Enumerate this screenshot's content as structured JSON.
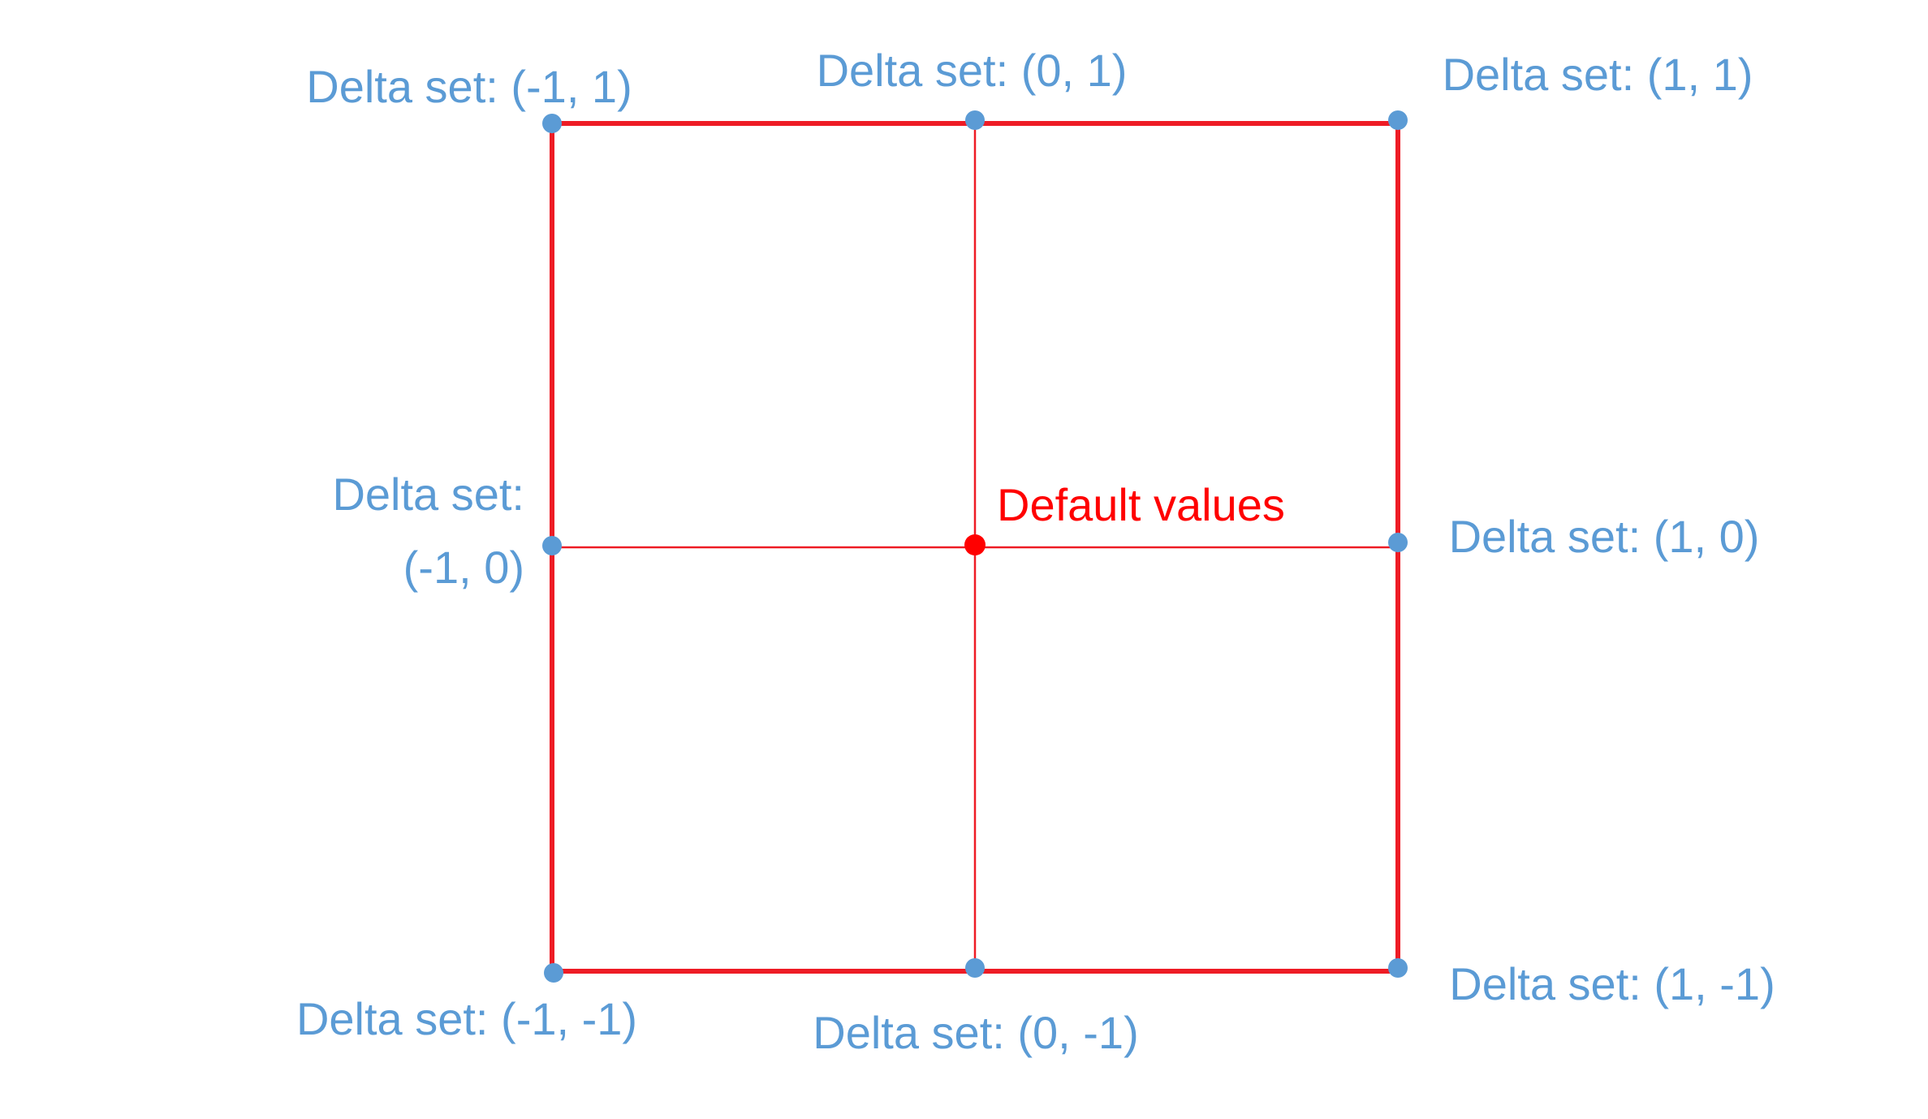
{
  "colors": {
    "grid": "#ee1c25",
    "grid_point": "#5b9bd5",
    "label": "#5b9bd5",
    "default_point": "#ff0000",
    "default_label": "#ff0000"
  },
  "default": {
    "label": "Default values",
    "coord": [
      0,
      0
    ]
  },
  "delta_sets": [
    {
      "id": "m1-p1",
      "coord": [
        -1,
        1
      ],
      "label": "Delta set: (-1, 1)"
    },
    {
      "id": "0-p1",
      "coord": [
        0,
        1
      ],
      "label": "Delta set: (0, 1)"
    },
    {
      "id": "p1-p1",
      "coord": [
        1,
        1
      ],
      "label": "Delta set: (1, 1)"
    },
    {
      "id": "m1-0",
      "coord": [
        -1,
        0
      ],
      "label_lines": [
        "Delta set:",
        "(-1, 0)"
      ]
    },
    {
      "id": "p1-0",
      "coord": [
        1,
        0
      ],
      "label": "Delta set: (1, 0)"
    },
    {
      "id": "m1-m1",
      "coord": [
        -1,
        -1
      ],
      "label": "Delta set: (-1, -1)"
    },
    {
      "id": "0-m1",
      "coord": [
        0,
        -1
      ],
      "label": "Delta set: (0, -1)"
    },
    {
      "id": "p1-m1",
      "coord": [
        1,
        -1
      ],
      "label": "Delta set: (1, -1)"
    }
  ]
}
